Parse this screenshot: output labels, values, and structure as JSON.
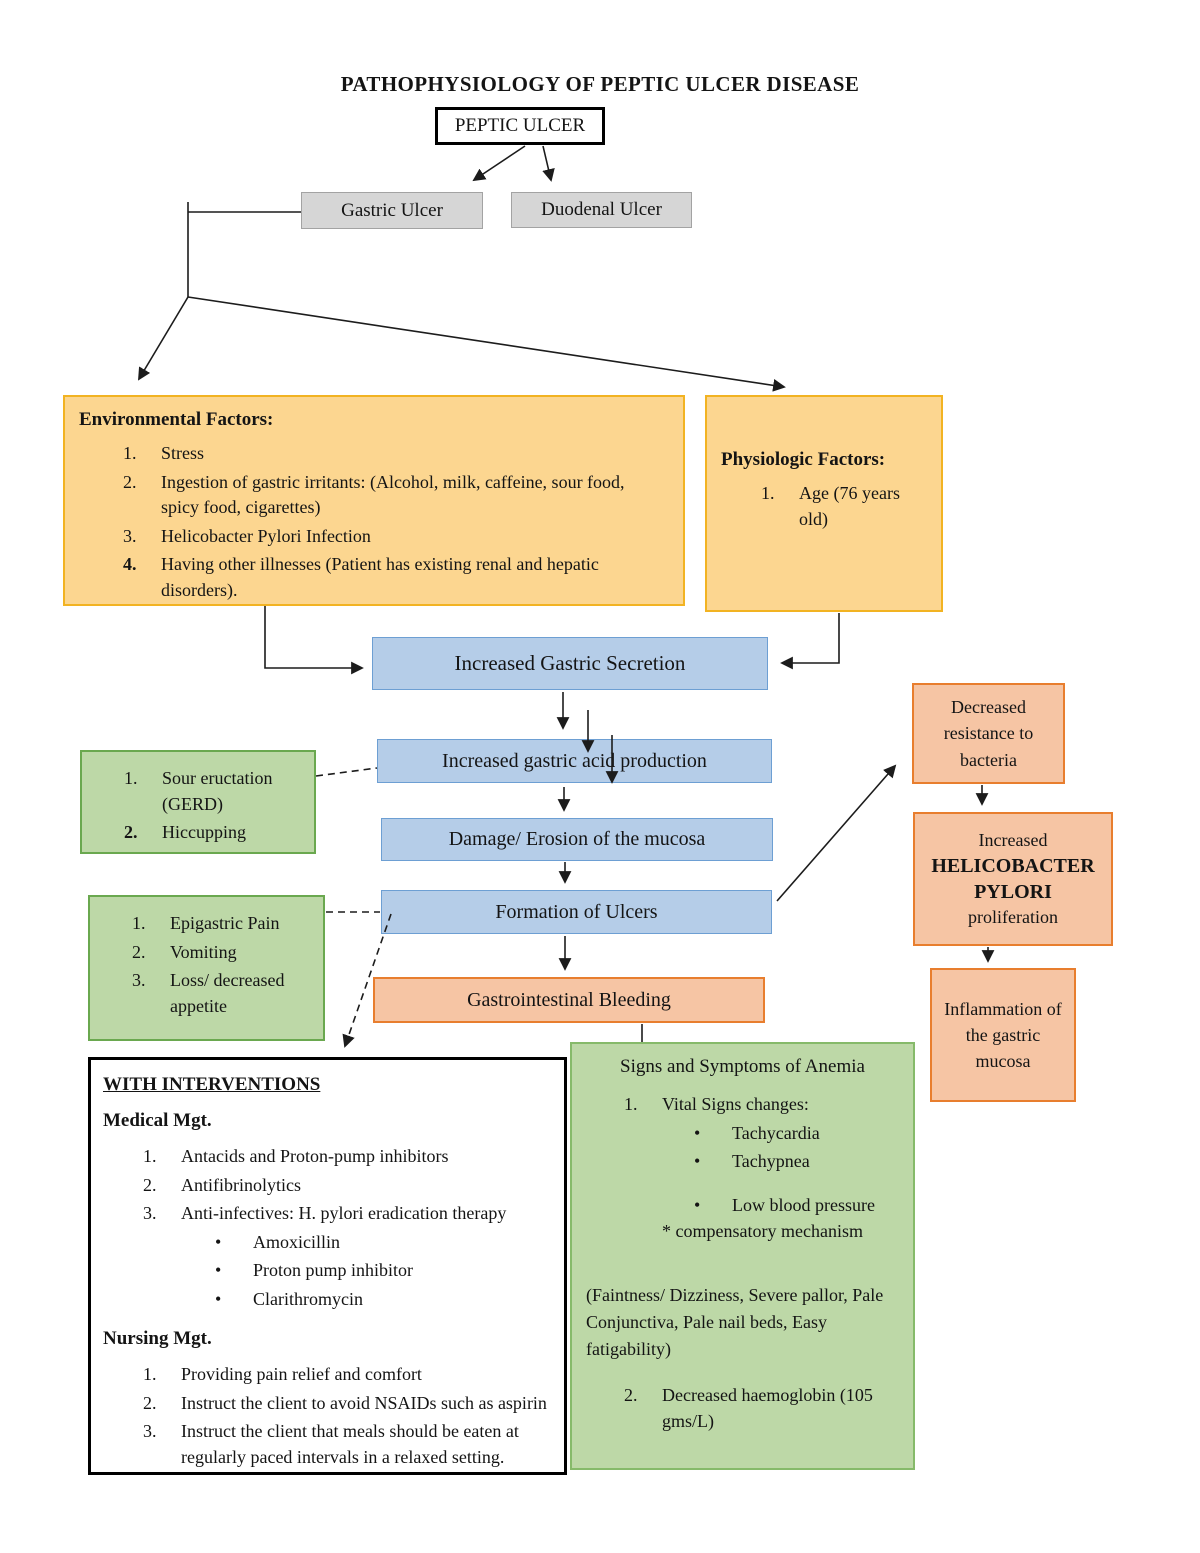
{
  "title": "PATHOPHYSIOLOGY OF PEPTIC ULCER DISEASE",
  "root": {
    "label": "PEPTIC ULCER"
  },
  "branches": {
    "gastric": "Gastric Ulcer",
    "duodenal": "Duodenal Ulcer"
  },
  "environmental": {
    "heading": "Environmental Factors:",
    "items": [
      {
        "marker": "1.",
        "text": "Stress"
      },
      {
        "marker": "2.",
        "text": "Ingestion of gastric irritants: (Alcohol, milk, caffeine, sour food, spicy food, cigarettes)"
      },
      {
        "marker": "3.",
        "text": "Helicobacter Pylori Infection"
      },
      {
        "marker": "4.",
        "text": "Having other illnesses (Patient has existing renal and hepatic disorders).",
        "bold_marker": true
      }
    ]
  },
  "physiologic": {
    "heading": "Physiologic Factors:",
    "items": [
      {
        "marker": "1.",
        "text": "Age (76 years old)"
      }
    ]
  },
  "flow": {
    "increased_secretion": "Increased Gastric Secretion",
    "increased_acid": "Increased gastric acid production",
    "damage": "Damage/ Erosion of the mucosa",
    "formation": "Formation of Ulcers",
    "gi_bleeding": "Gastrointestinal Bleeding"
  },
  "gerd_symptoms": {
    "items": [
      {
        "marker": "1.",
        "text": "Sour eructation (GERD)"
      },
      {
        "marker": "2.",
        "text": "Hiccupping",
        "bold_marker": true
      }
    ]
  },
  "ulcer_symptoms": {
    "items": [
      {
        "marker": "1.",
        "text": "Epigastric Pain"
      },
      {
        "marker": "2.",
        "text": "Vomiting"
      },
      {
        "marker": "3.",
        "text": "Loss/ decreased appetite"
      }
    ]
  },
  "right_chain": {
    "resistance": "Decreased resistance to bacteria",
    "helicobacter": {
      "line1": "Increased",
      "line2": "HELICOBACTER",
      "line3": "PYLORI",
      "line4": "proliferation"
    },
    "inflammation": "Inflammation of the gastric mucosa"
  },
  "interventions": {
    "heading": "WITH INTERVENTIONS",
    "medical_heading": "Medical Mgt.",
    "medical_items": [
      {
        "marker": "1.",
        "text": "Antacids and Proton-pump inhibitors"
      },
      {
        "marker": "2.",
        "text": "Antifibrinolytics"
      },
      {
        "marker": "3.",
        "text": "Anti-infectives: H. pylori eradication therapy"
      }
    ],
    "medical_sub_items": [
      {
        "marker": "•",
        "text": "Amoxicillin"
      },
      {
        "marker": "•",
        "text": "Proton pump inhibitor"
      },
      {
        "marker": "•",
        "text": "Clarithromycin"
      }
    ],
    "nursing_heading": "Nursing Mgt.",
    "nursing_items": [
      {
        "marker": "1.",
        "text": "Providing pain relief and comfort"
      },
      {
        "marker": "2.",
        "text": "Instruct the client to avoid NSAIDs such as aspirin"
      },
      {
        "marker": "3.",
        "text": "Instruct the client that meals should be eaten at regularly paced intervals in a relaxed setting."
      }
    ]
  },
  "anemia": {
    "heading": "Signs and Symptoms of Anemia",
    "item1": {
      "marker": "1.",
      "text": "Vital Signs changes:"
    },
    "vital_bullets": [
      {
        "marker": "•",
        "text": "Tachycardia"
      },
      {
        "marker": "•",
        "text": "Tachypnea"
      }
    ],
    "bullet_low_bp": {
      "marker": "•",
      "text": "Low blood pressure"
    },
    "note": "* compensatory mechanism",
    "paren": "(Faintness/ Dizziness, Severe pallor, Pale Conjunctiva, Pale nail beds, Easy fatigability)",
    "item2": {
      "marker": "2.",
      "text": "Decreased haemoglobin (105 gms/L)"
    }
  },
  "colors": {
    "orange_fill": "#fcd690",
    "orange_border": "#f2b322",
    "blue_fill": "#b5cde8",
    "blue_border": "#6d9fd3",
    "salmon_fill": "#f6c5a4",
    "salmon_border": "#e87e2e",
    "green_fill": "#bdd8a7",
    "green_border": "#6aa84f",
    "gray_fill": "#d6d6d6",
    "line": "#1c1c1c"
  }
}
